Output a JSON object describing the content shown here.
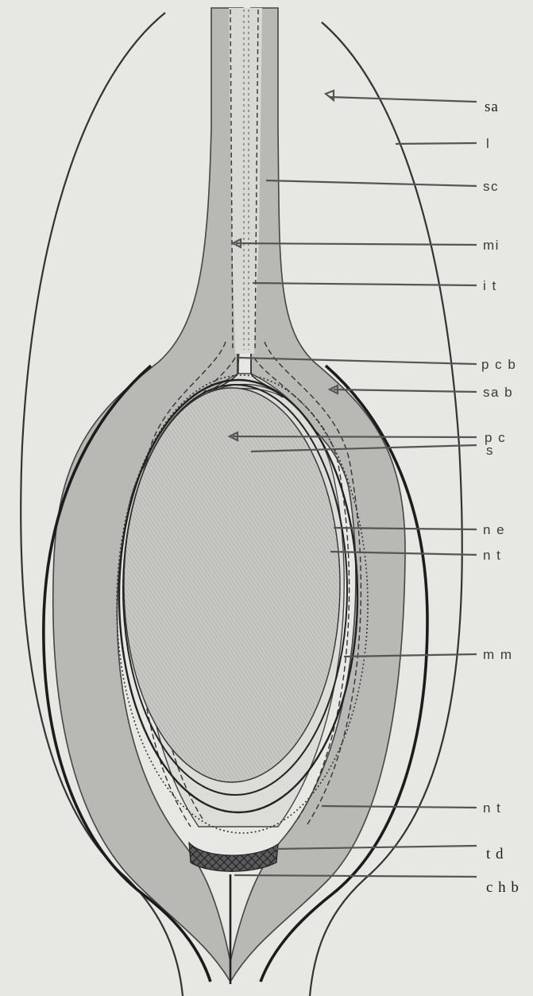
{
  "figure": {
    "labels": [
      {
        "id": "sa",
        "text": "sa"
      },
      {
        "id": "l",
        "text": "l"
      },
      {
        "id": "sc",
        "text": "sc"
      },
      {
        "id": "mi",
        "text": "mi"
      },
      {
        "id": "it",
        "text": "i t"
      },
      {
        "id": "pcb",
        "text": "p c b"
      },
      {
        "id": "sab",
        "text": "sa b"
      },
      {
        "id": "pc",
        "text": "p c"
      },
      {
        "id": "s",
        "text": "s"
      },
      {
        "id": "ne",
        "text": "n e"
      },
      {
        "id": "nt1",
        "text": "n t"
      },
      {
        "id": "mm",
        "text": "m m"
      },
      {
        "id": "nt2",
        "text": "n t"
      },
      {
        "id": "td",
        "text": "t d"
      },
      {
        "id": "chb",
        "text": "c h b"
      }
    ],
    "colors": {
      "background": "#e7e7e4",
      "integument": "#b9b9b6",
      "nucellus": "#c9c9c6",
      "tapetum": "#3c3c3c",
      "line": "#2a2a2a"
    }
  }
}
